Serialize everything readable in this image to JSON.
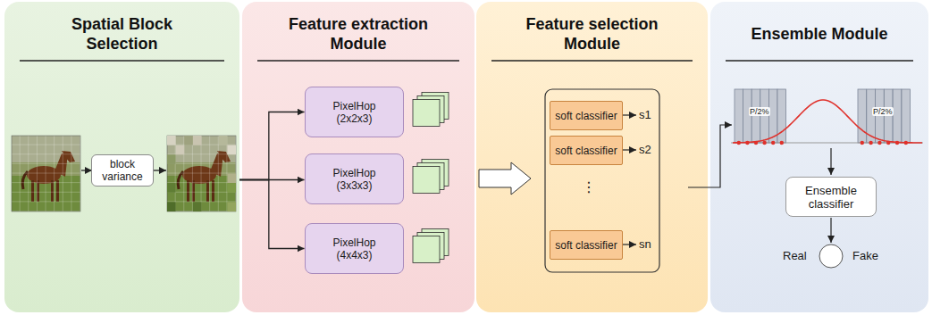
{
  "diagram": {
    "nodes": [
      {
        "text": [
          "Spatial Block Selection"
        ]
      },
      {
        "text": [
          "block variance"
        ],
        "in": 0
      },
      {
        "text": [
          "Feature extraction Module"
        ]
      },
      {
        "text": [
          "PixelHop (2x2x3)"
        ],
        "in": 2
      },
      {
        "text": [
          "PixelHop (3x3x3)"
        ],
        "in": 2
      },
      {
        "text": [
          "PixelHop (4x4x3)"
        ],
        "in": 2
      },
      {
        "text": [
          "Feature selection Module"
        ]
      },
      {
        "text": [
          "soft classifier"
        ],
        "in": 6
      },
      {
        "text": [
          "soft classifier"
        ],
        "in": 6
      },
      {
        "text": [
          "soft classifier"
        ],
        "in": 6
      },
      {
        "text": [
          "Ensemble Module"
        ]
      },
      {
        "text": [
          "Ensemble classifier"
        ],
        "in": 10
      }
    ],
    "edges": [
      {
        "from": 0,
        "to": 3,
        "arrow": "to"
      },
      {
        "from": 0,
        "to": 4,
        "arrow": "to"
      },
      {
        "from": 0,
        "to": 5,
        "arrow": "to"
      }
    ],
    "labels": [
      "s1",
      "s2",
      "⋮",
      "sn",
      "P/2%",
      "P/2%",
      "Real",
      "Fake"
    ]
  }
}
